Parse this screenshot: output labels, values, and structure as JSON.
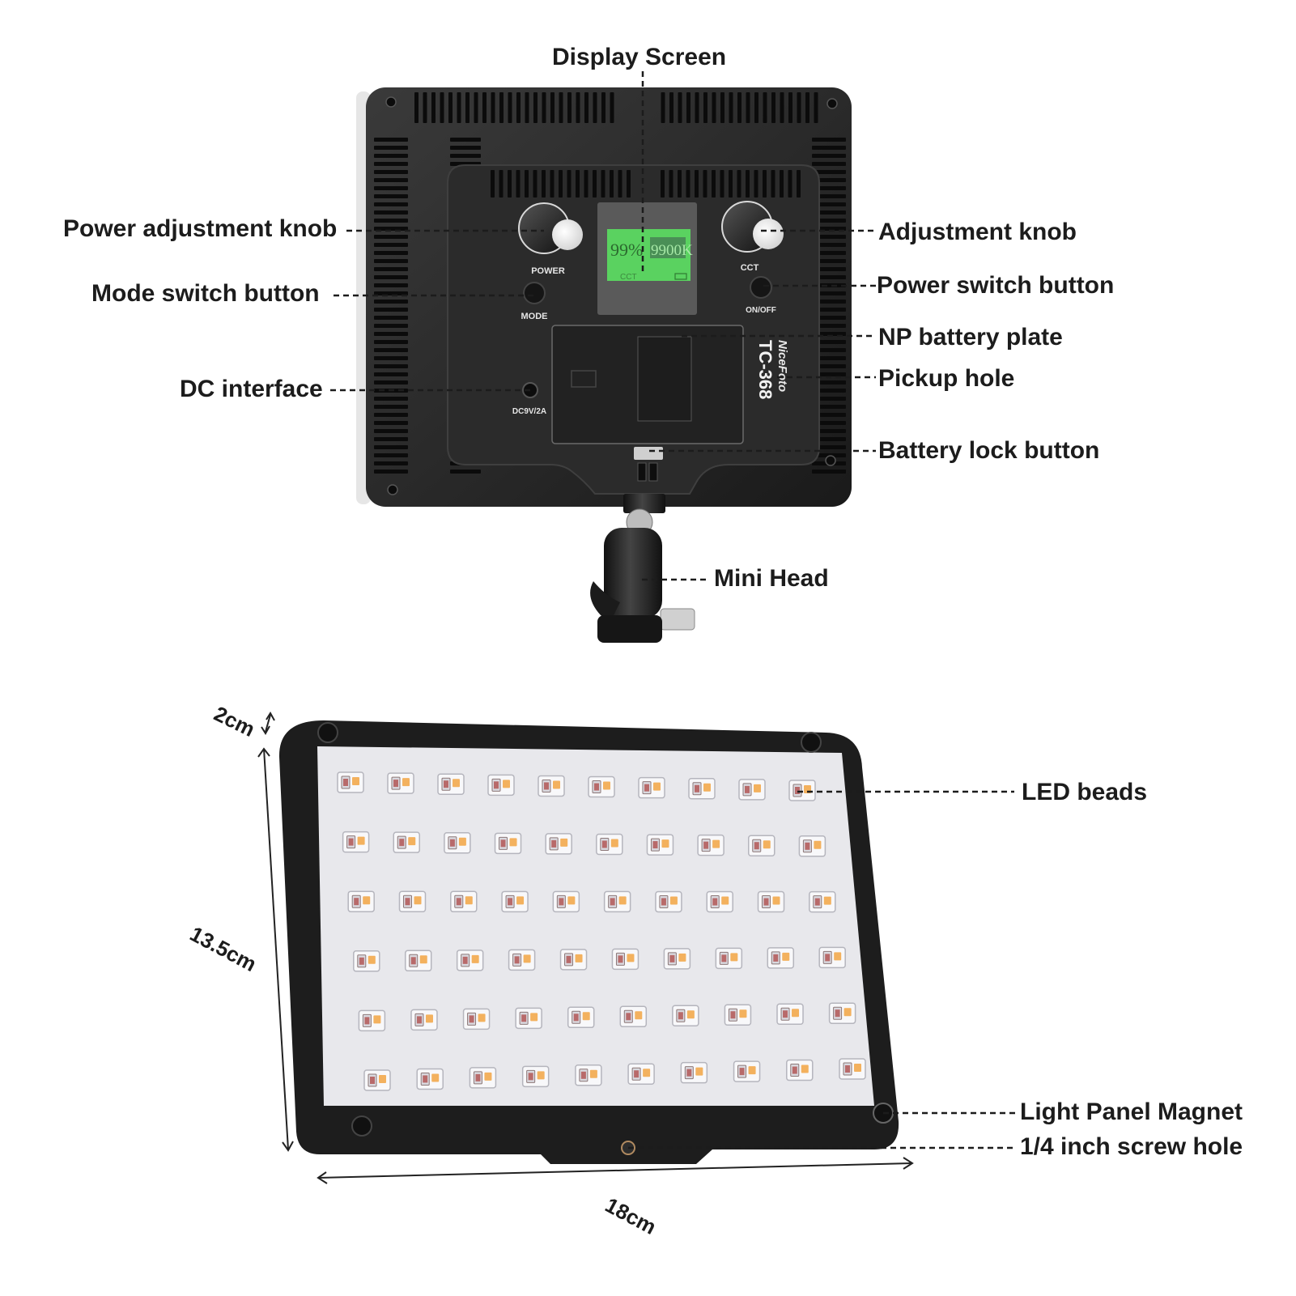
{
  "colors": {
    "body": "#262626",
    "panel_face": "#e8e8ec",
    "led_orange": "#f3b15e",
    "lcd_green": "#5ad260",
    "label_text": "#1c1c1c"
  },
  "callouts": {
    "display_screen": "Display Screen",
    "power_adjustment_knob": "Power adjustment knob",
    "adjustment_knob": "Adjustment knob",
    "mode_switch_button": "Mode switch button",
    "power_switch_button": "Power switch button",
    "np_battery_plate": "NP battery plate",
    "pickup_hole": "Pickup hole",
    "dc_interface": "DC interface",
    "battery_lock_button": "Battery lock button",
    "mini_head": "Mini Head",
    "led_beads": "LED beads",
    "light_panel_magnet": "Light Panel Magnet",
    "screw_hole": "1/4 inch screw hole"
  },
  "device_labels": {
    "power": "POWER",
    "cct": "CCT",
    "mode": "MODE",
    "on_off": "ON/OFF",
    "dc_spec": "DC9V/2A",
    "brand": "NiceFoto",
    "model": "TC-368",
    "lcd_percent": "99%",
    "lcd_kelvin": "9900K",
    "lcd_mode": "CCT"
  },
  "dimensions": {
    "thickness": "2cm",
    "height": "13.5cm",
    "width": "18cm"
  },
  "led_grid": {
    "rows": 6,
    "cols": 10
  }
}
